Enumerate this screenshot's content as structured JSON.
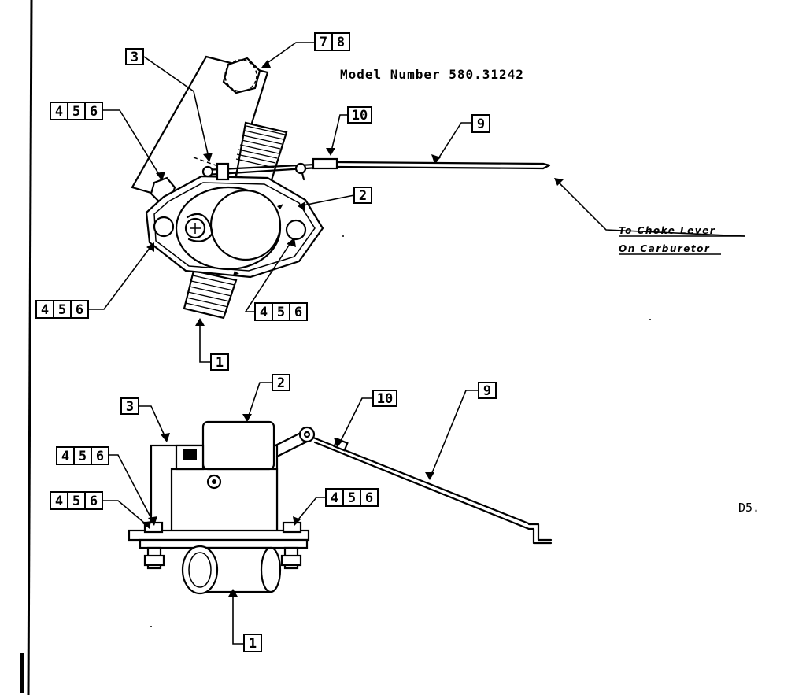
{
  "title": "Model Number 580.31242",
  "page_id": "D5.",
  "note": {
    "line1": "To Choke Lever",
    "line2": "On Carburetor"
  },
  "callouts": {
    "top": {
      "part_3": "3",
      "part_7_8": [
        "7",
        "8"
      ],
      "part_4_5_6_upper_left": [
        "4",
        "5",
        "6"
      ],
      "part_10": "10",
      "part_9": "9",
      "part_2": "2",
      "part_4_5_6_lower_left": [
        "4",
        "5",
        "6"
      ],
      "part_4_5_6_lower_right": [
        "4",
        "5",
        "6"
      ],
      "part_1": "1"
    },
    "bottom": {
      "part_2": "2",
      "part_3": "3",
      "part_10": "10",
      "part_9": "9",
      "part_4_5_6_upper_left": [
        "4",
        "5",
        "6"
      ],
      "part_4_5_6_lower_left": [
        "4",
        "5",
        "6"
      ],
      "part_4_5_6_right": [
        "4",
        "5",
        "6"
      ],
      "part_1": "1"
    }
  }
}
